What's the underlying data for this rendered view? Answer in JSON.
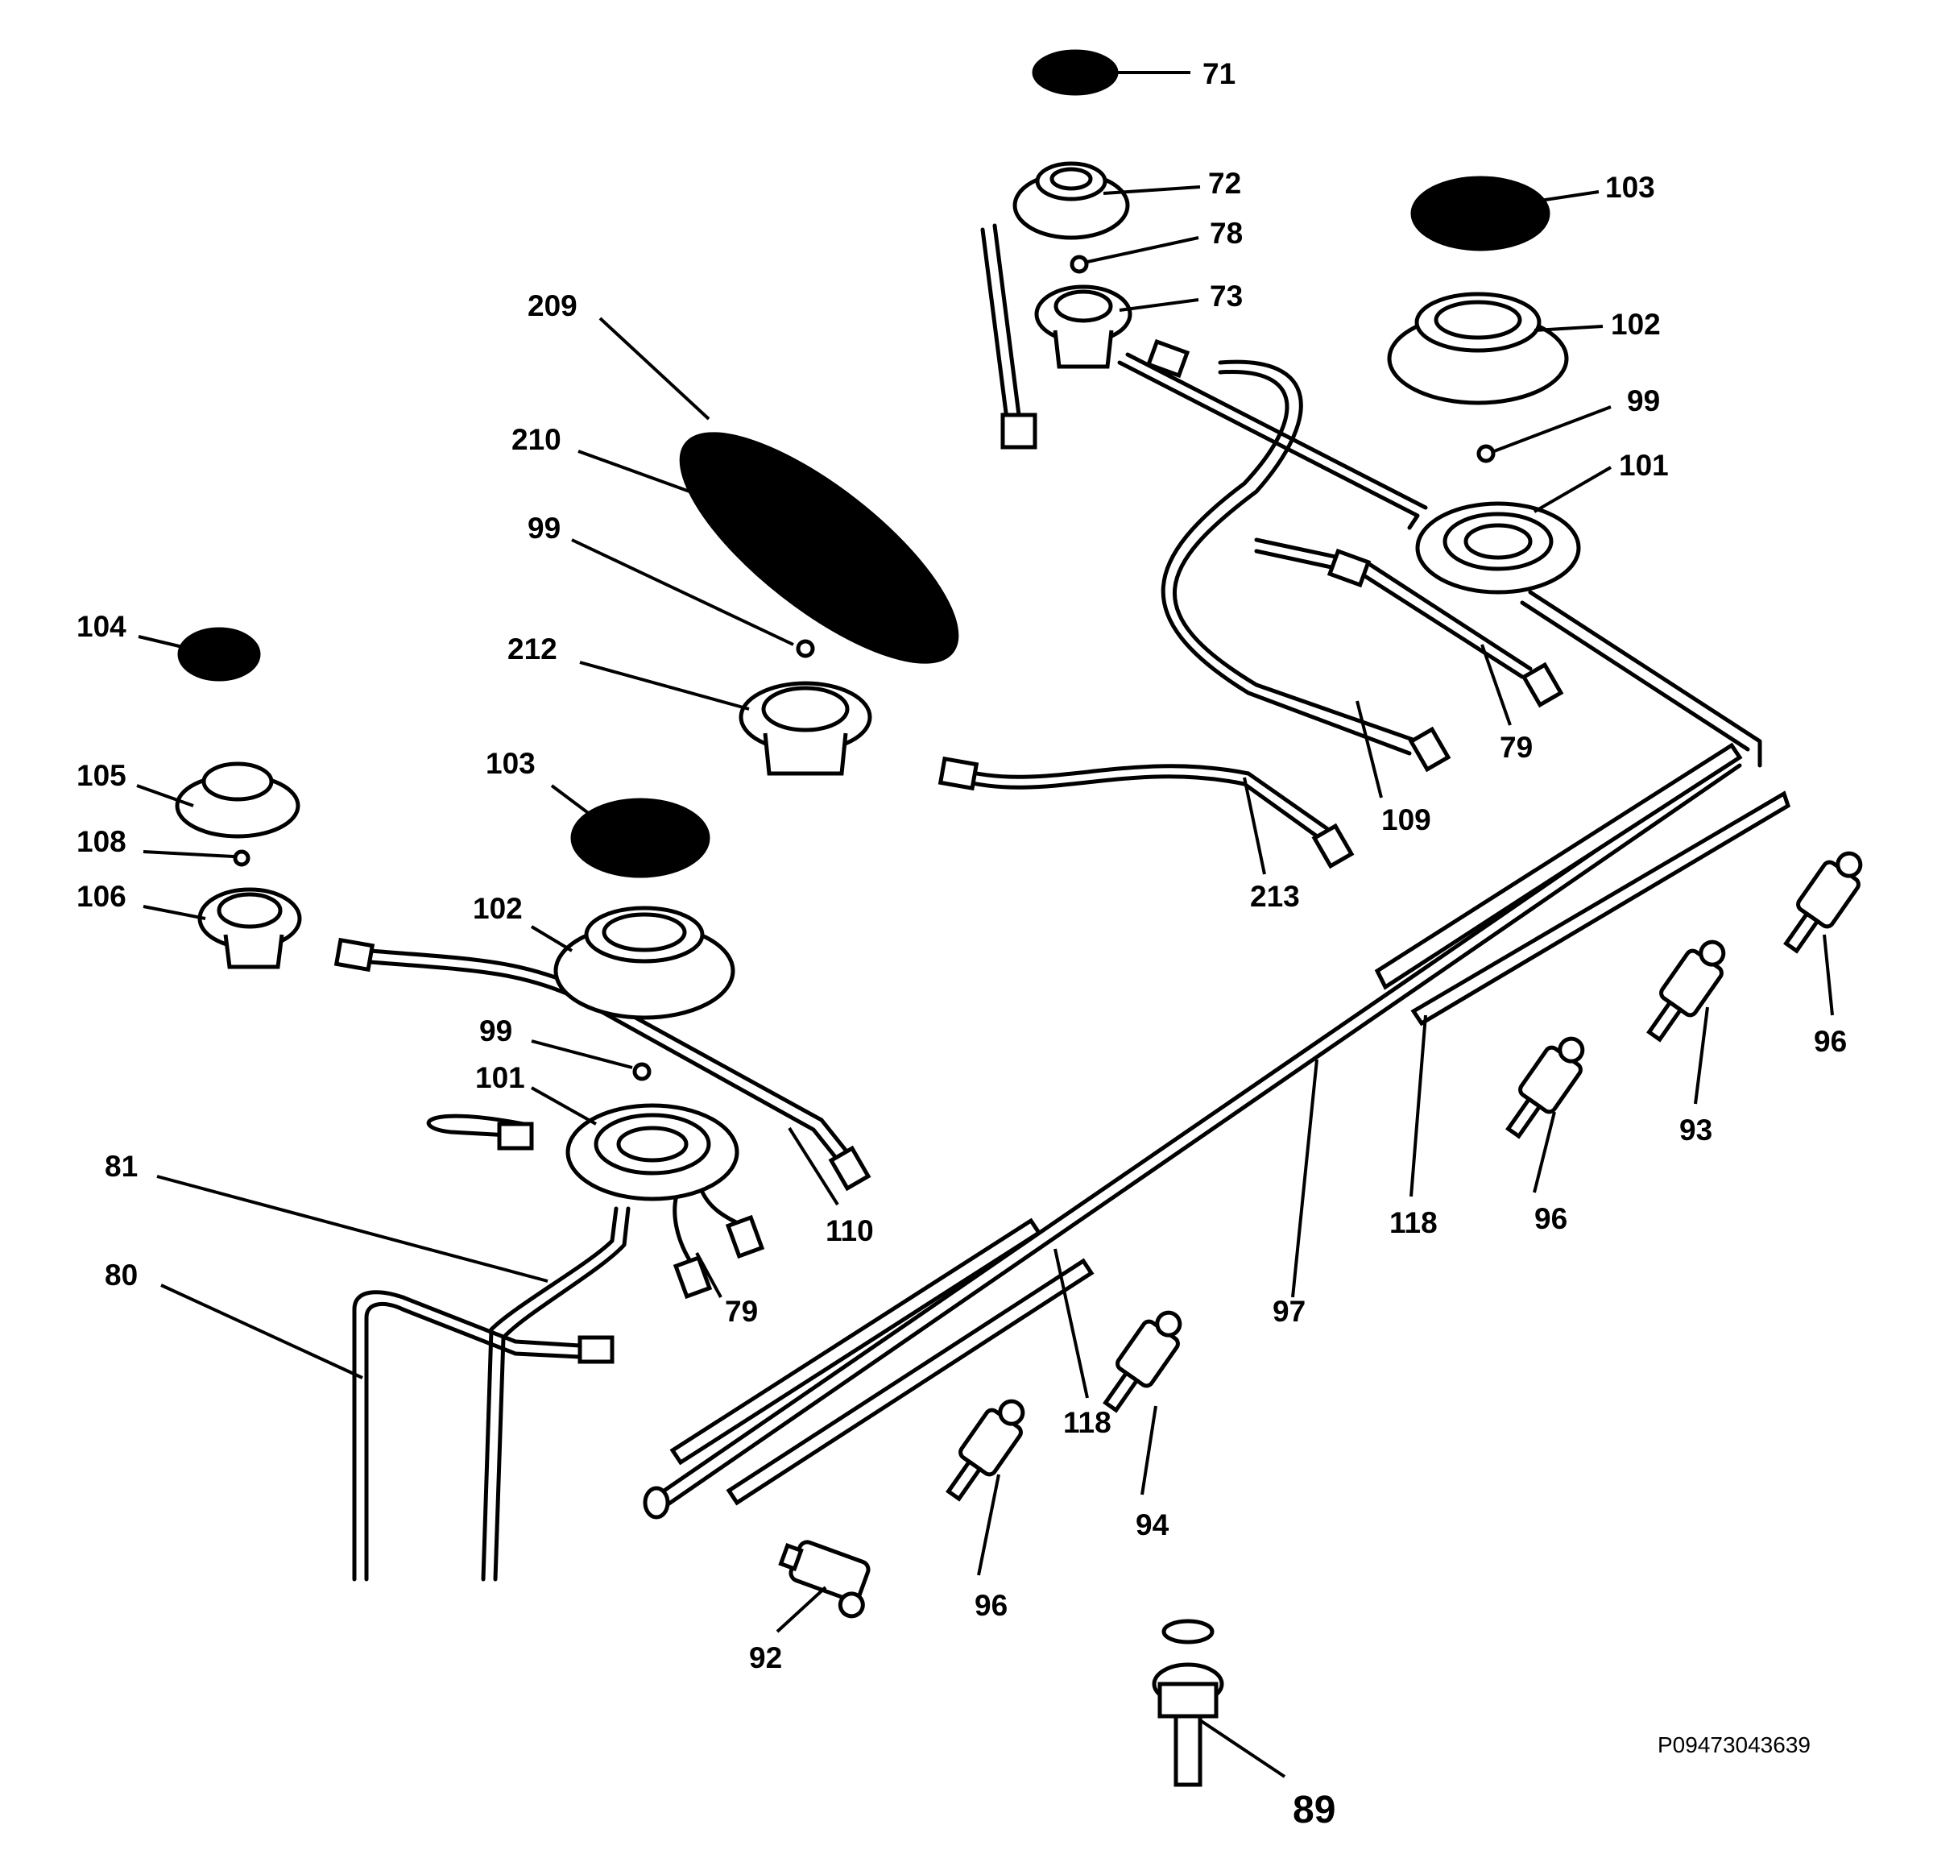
{
  "diagram": {
    "code": "P09473043639",
    "labels": {
      "l71": "71",
      "l72": "72",
      "l78": "78",
      "l73": "73",
      "l103a": "103",
      "l102a": "102",
      "l99a": "99",
      "l101a": "101",
      "l209": "209",
      "l210": "210",
      "l99b": "99",
      "l212": "212",
      "l104": "104",
      "l105": "105",
      "l108": "108",
      "l106": "106",
      "l103b": "103",
      "l102b": "102",
      "l99c": "99",
      "l101b": "101",
      "l81": "81",
      "l80": "80",
      "l79a": "79",
      "l79b": "79",
      "l109": "109",
      "l213": "213",
      "l110": "110",
      "l96a": "96",
      "l93": "93",
      "l96b": "96",
      "l118a": "118",
      "l97": "97",
      "l118b": "118",
      "l94": "94",
      "l96c": "96",
      "l92": "92",
      "l89": "89"
    }
  }
}
